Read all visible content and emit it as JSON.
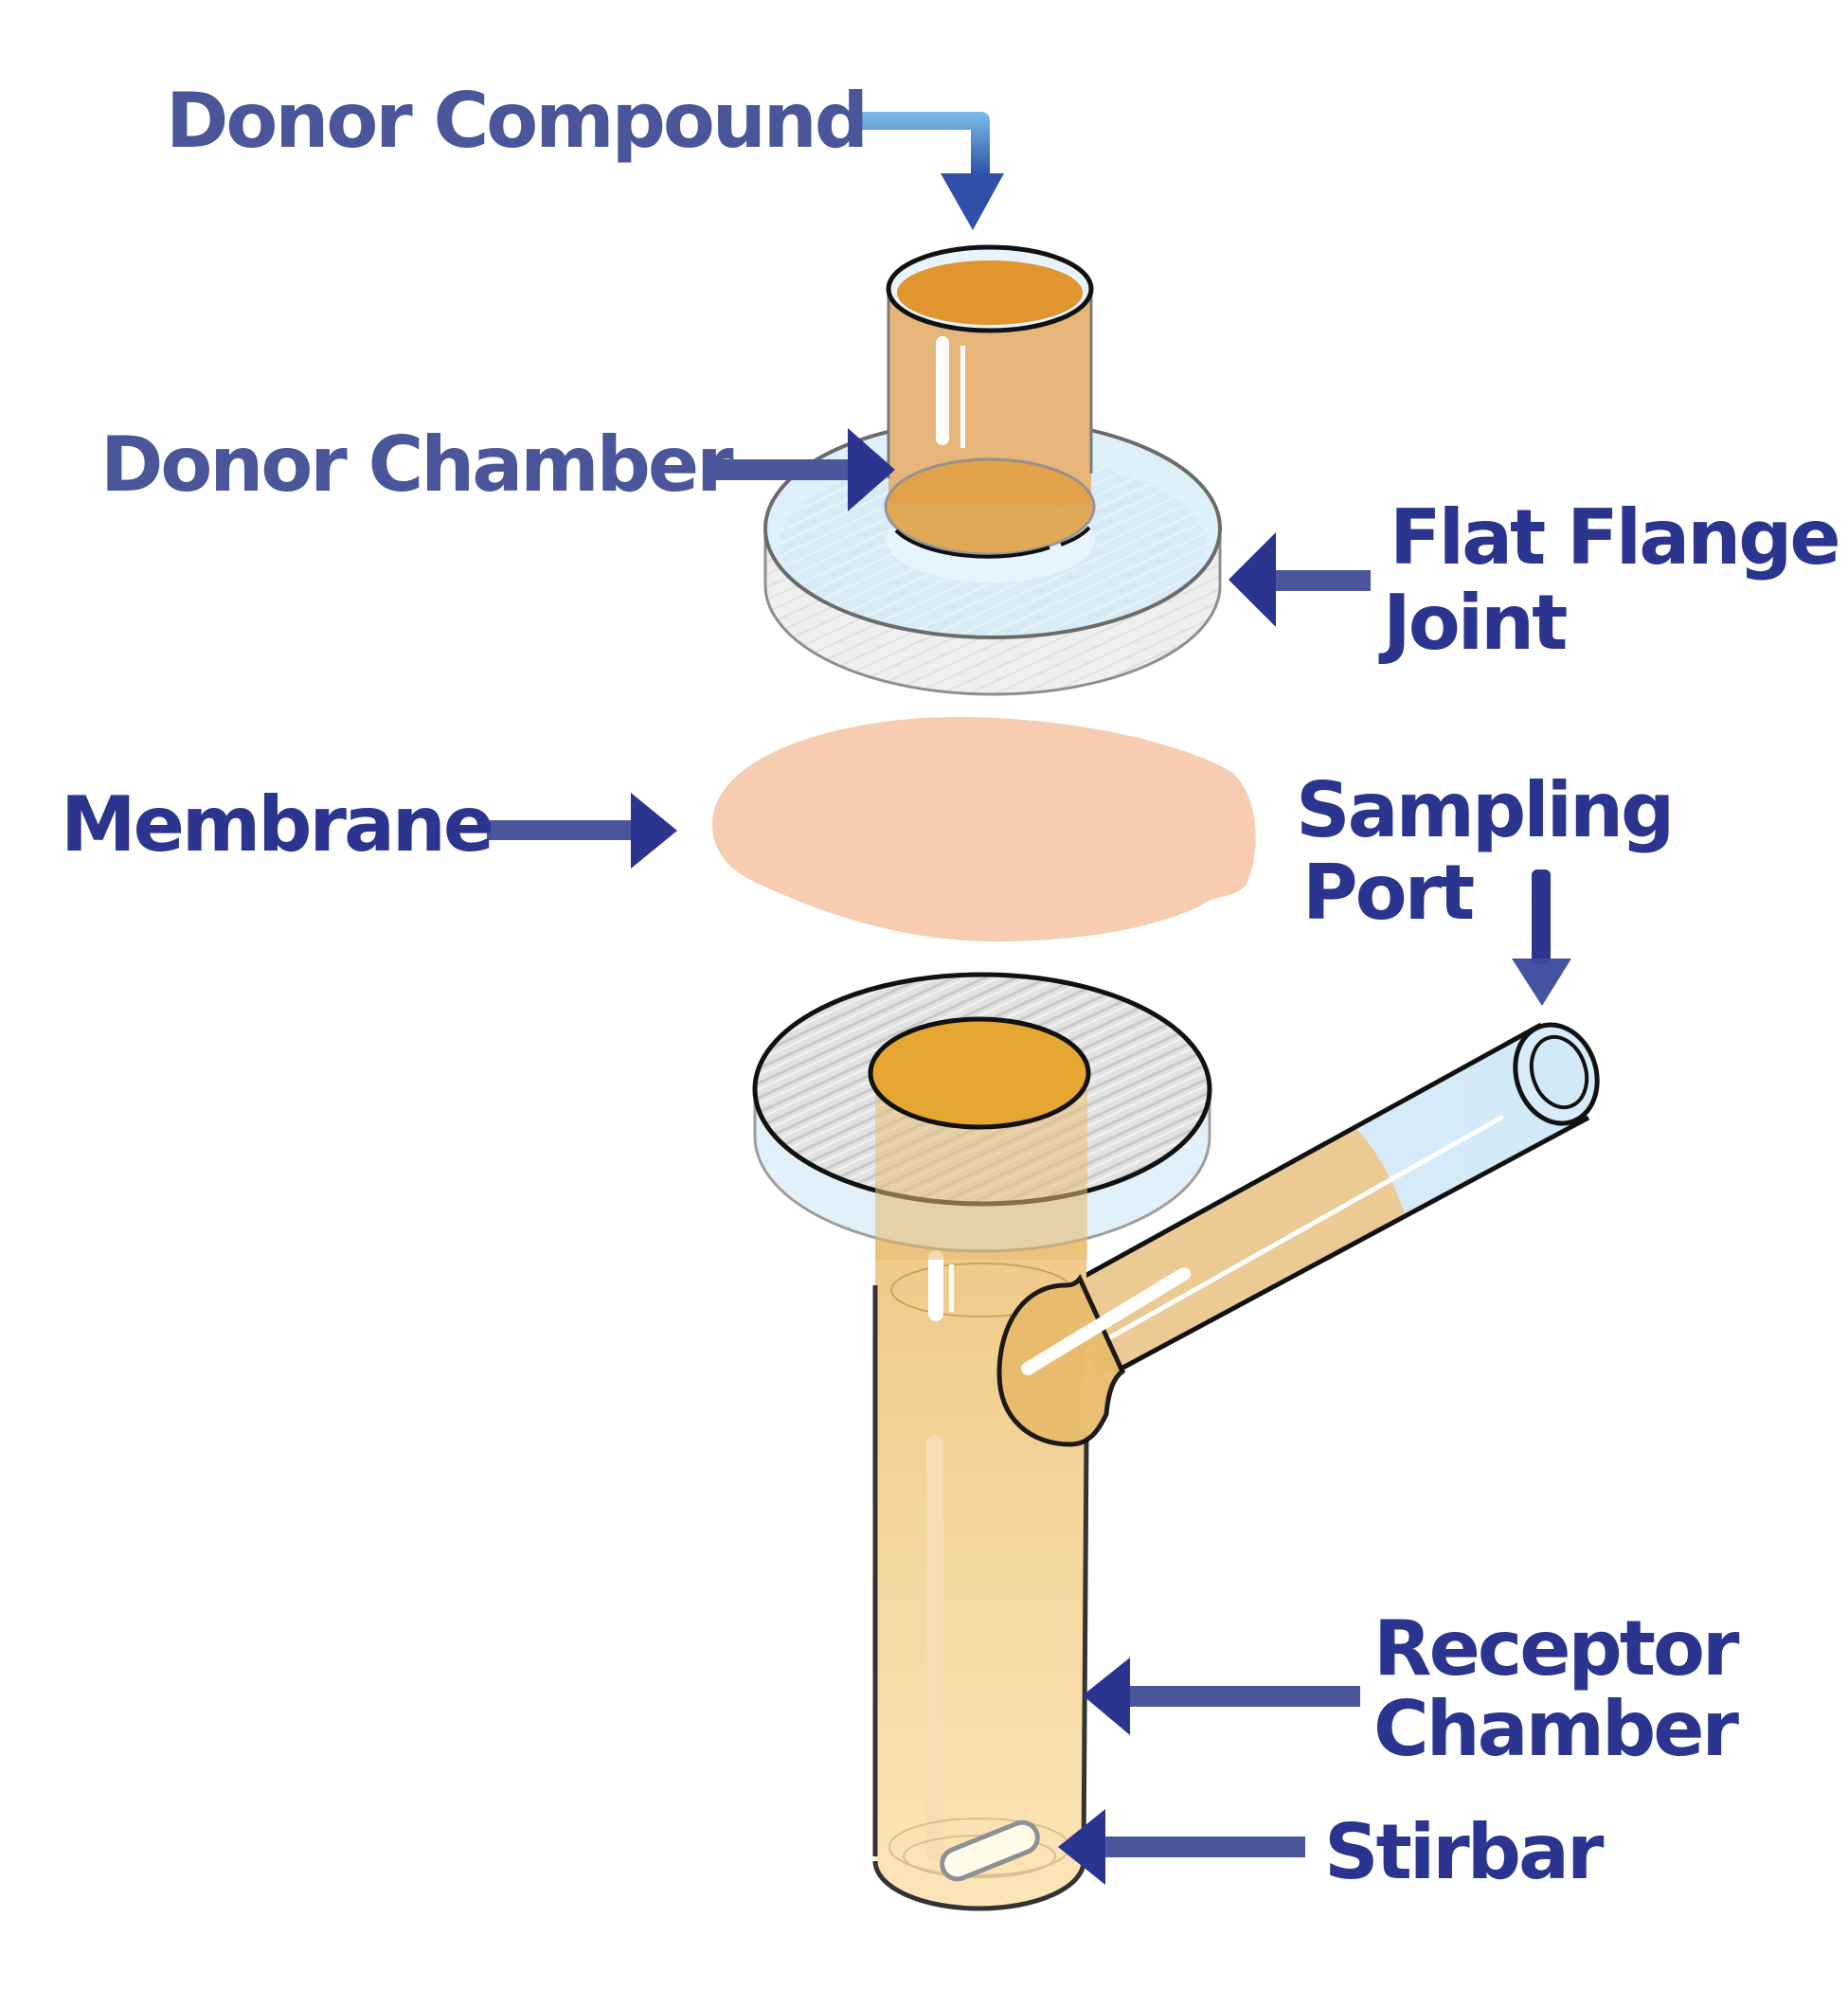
{
  "diagram": {
    "title": "Franz diffusion cell",
    "labels": {
      "donor_compound": "Donor Compound",
      "donor_chamber": "Donor Chamber",
      "flat_flange_joint_line1": "Flat Flange",
      "flat_flange_joint_line2": "Joint",
      "membrane": "Membrane",
      "sampling_port_line1": "Sampling",
      "sampling_port_line2": "Port",
      "receptor_chamber_line1": "Receptor",
      "receptor_chamber_line2": "Chamber",
      "stirbar": "Stirbar"
    },
    "colors": {
      "label_navy": "#2B3590",
      "label_slate": "#4A5699",
      "arrow_shaft": "#4A5699",
      "arrow_head": "#2B3590",
      "donor_arrow_top": "#7BBDE8",
      "donor_arrow_bottom": "#2E50A8",
      "donor_liquid": "#E0952F",
      "donor_wall": "#E6B57A",
      "flange_glass": "#DCEEF8",
      "flange_frosted": "#D8D8D8",
      "membrane": "#F6CDB1",
      "receptor_liquid_top": "#EDC47E",
      "receptor_liquid_bottom": "#FBE5B8",
      "receptor_top_liquid": "#E6A632",
      "port_glass": "#D7ECF8",
      "outline": "#111111"
    }
  }
}
